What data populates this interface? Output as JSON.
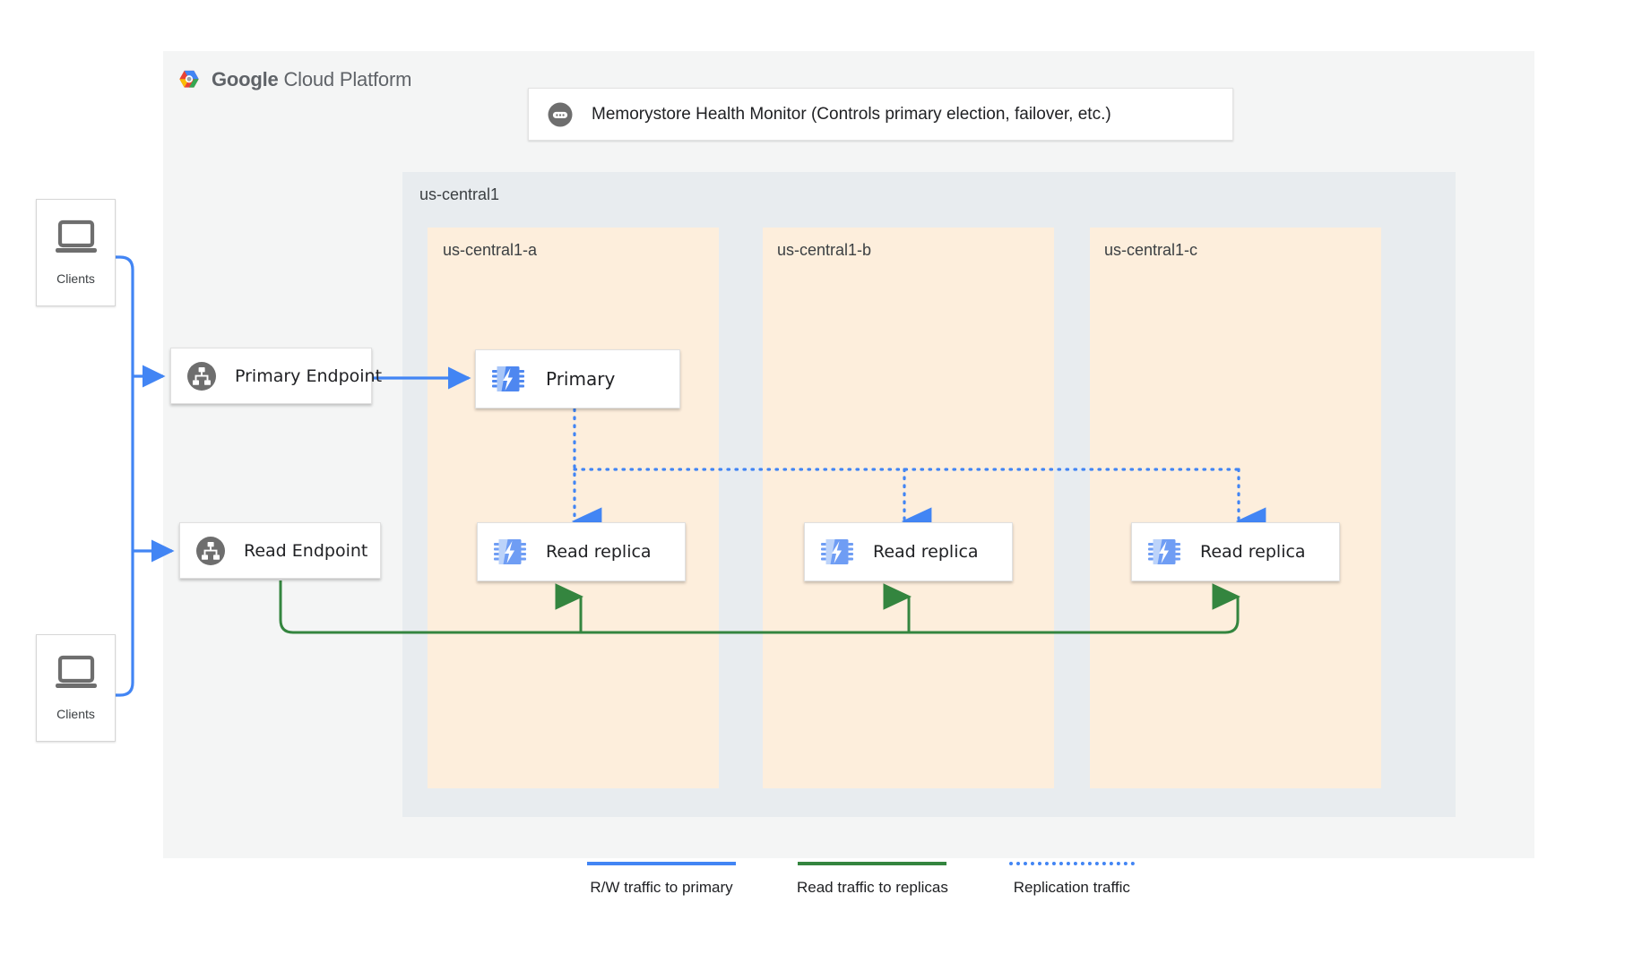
{
  "logo": {
    "icon": "gcp-hexagon-logo",
    "text_bold": "Google",
    "text_light": " Cloud Platform"
  },
  "health_monitor": {
    "icon": "health-monitor-icon",
    "label": "Memorystore Health Monitor (Controls primary election, failover, etc.)"
  },
  "region": {
    "label": "us-central1"
  },
  "zones": [
    {
      "label": "us-central1-a"
    },
    {
      "label": "us-central1-b"
    },
    {
      "label": "us-central1-c"
    }
  ],
  "nodes": {
    "primary": {
      "label": "Primary",
      "icon": "memorystore-chip-icon"
    },
    "replicas": [
      {
        "label": "Read replica",
        "icon": "memorystore-chip-icon"
      },
      {
        "label": "Read replica",
        "icon": "memorystore-chip-icon"
      },
      {
        "label": "Read replica",
        "icon": "memorystore-chip-icon"
      }
    ],
    "primary_endpoint": {
      "label": "Primary Endpoint",
      "icon": "endpoint-network-icon"
    },
    "read_endpoint": {
      "label": "Read Endpoint",
      "icon": "endpoint-network-icon"
    }
  },
  "clients": [
    {
      "label": "Clients",
      "icon": "laptop-icon"
    },
    {
      "label": "Clients",
      "icon": "laptop-icon"
    }
  ],
  "legend": [
    {
      "label": "R/W traffic to primary",
      "color": "#4285f4",
      "style": "solid"
    },
    {
      "label": "Read traffic to replicas",
      "color": "#34853f",
      "style": "solid"
    },
    {
      "label": "Replication traffic",
      "color": "#4285f4",
      "style": "dotted"
    }
  ],
  "colors": {
    "canvas_bg": "#f4f5f5",
    "region_bg": "#e8ecef",
    "zone_bg": "#fdeedc",
    "blue": "#4285f4",
    "green": "#34853f",
    "gray_icon": "#6e6e6e",
    "chip_blue": "#4e87f0",
    "chip_light": "#a8c6f8"
  }
}
